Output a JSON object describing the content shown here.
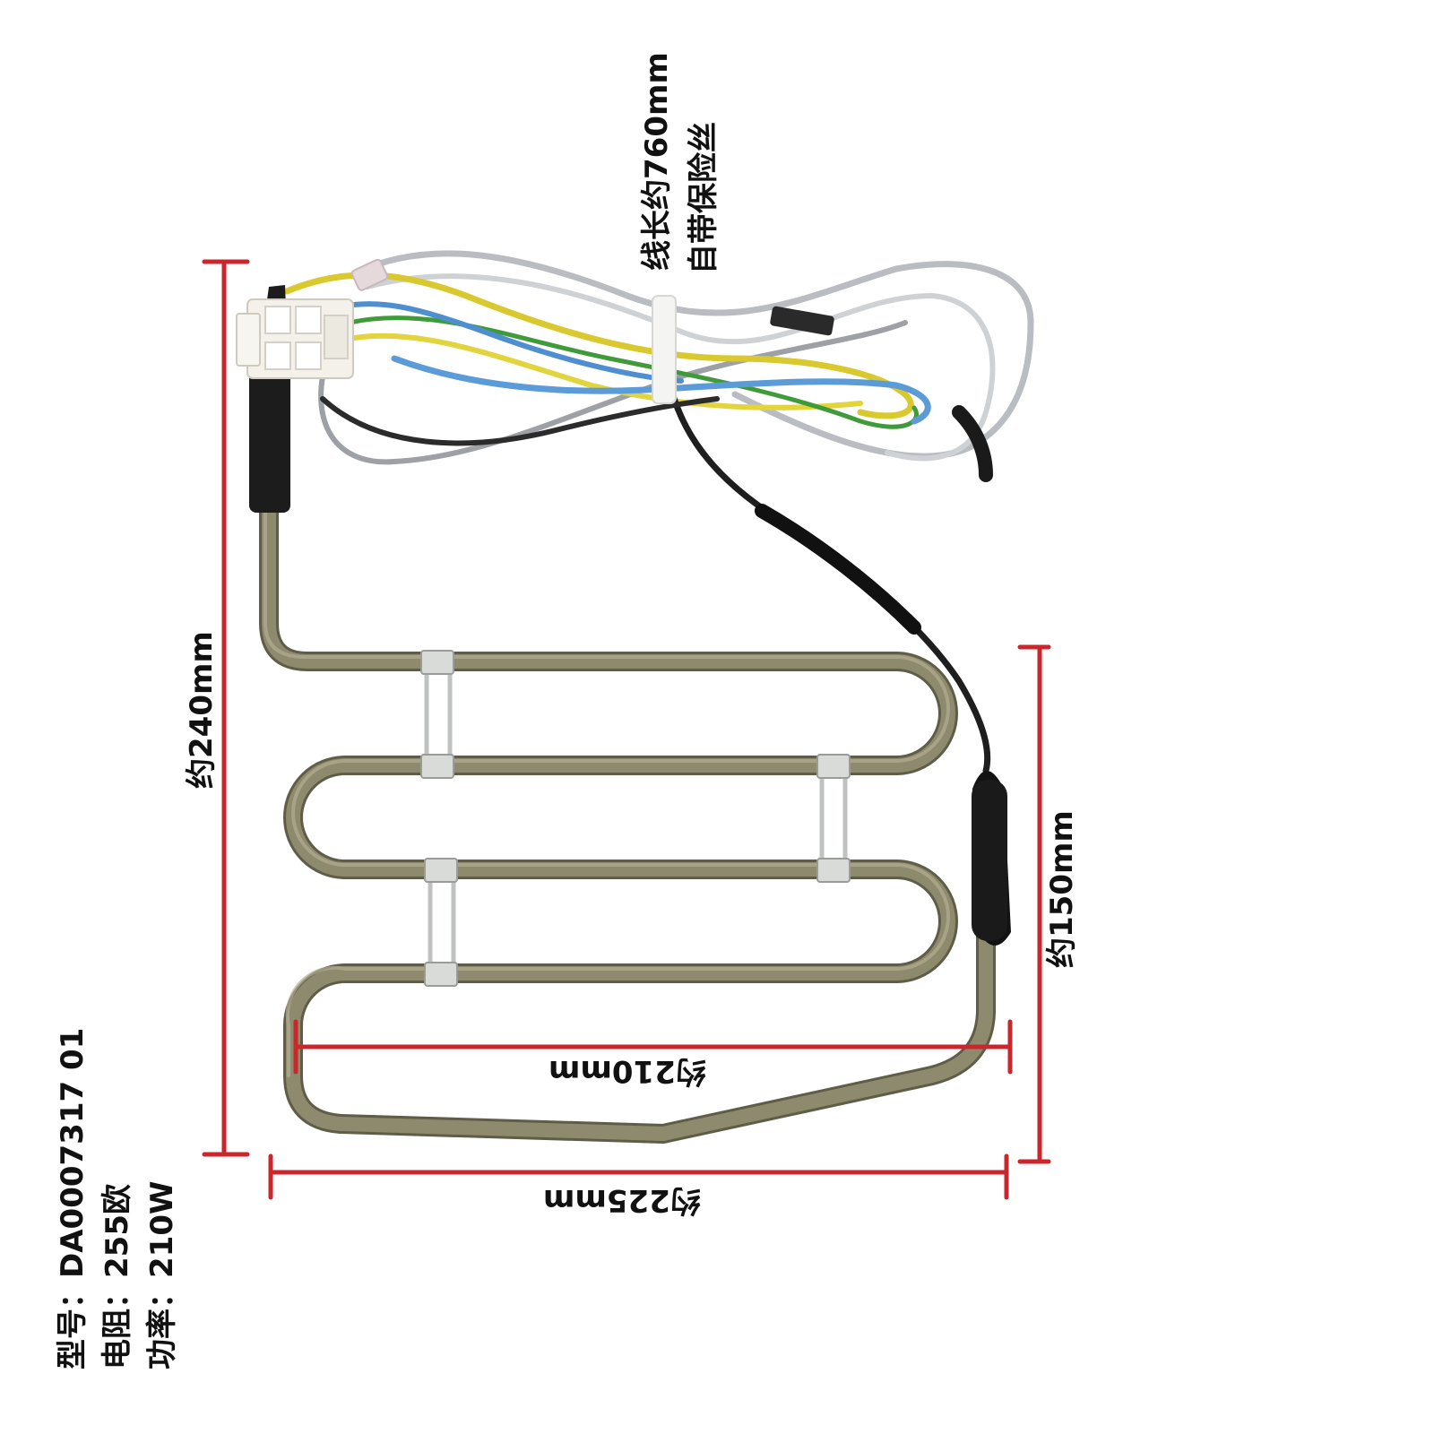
{
  "image": {
    "subject": "refrigerator defrost heater element with wiring harness, connector and fuse",
    "colors": {
      "dimension_line": "#c8272c",
      "tube": "#8e8a6e",
      "tube_dark": "#5f5c48",
      "sleeve": "#1c1c1c",
      "wire_yellow": "#d9c92e",
      "wire_blue": "#5a9bd8",
      "wire_green": "#3f9a3a",
      "wire_grey": "#b9bcc0",
      "wire_black": "#1e1e1e",
      "connector": "#f3f1ea"
    },
    "icons": [
      "defrost-heater-image",
      "connector-image",
      "fuse-image"
    ]
  },
  "labels": {
    "cable_length": "线长约760mm",
    "fuse_note": "自带保险丝",
    "height_total": "约240mm",
    "height_coil": "约150mm",
    "width_inner": "约210mm",
    "width_total": "约225mm"
  },
  "specs": {
    "model_label": "型号：",
    "model_value": "DA0007317 01",
    "resistance_label": "电阻：",
    "resistance_value": "255欧",
    "power_label": "功率：",
    "power_value": "210W"
  }
}
